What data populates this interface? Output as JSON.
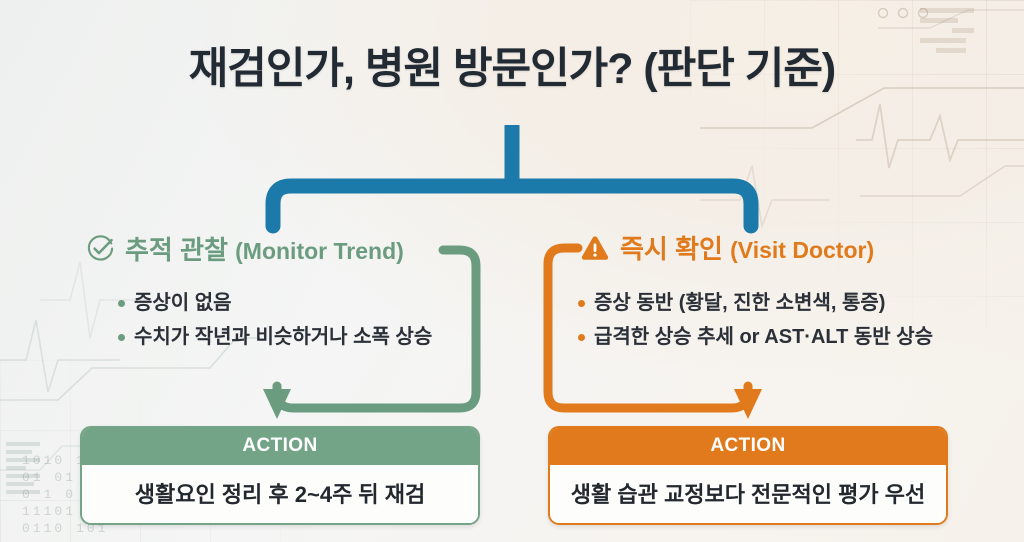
{
  "page": {
    "title": "재검인가, 병원 방문인가? (판단 기준)"
  },
  "colors": {
    "blue_connector": "#1c7aab",
    "green": "#74a487",
    "green_text": "#6b9c80",
    "orange": "#e07a1c",
    "title_text": "#222a33",
    "body_text": "#2b3038",
    "action_body_bg": "#fdfdfb"
  },
  "branches": {
    "left": {
      "icon": "check-circle-icon",
      "heading_ko": "추적 관찰 ",
      "heading_en": "(Monitor Trend)",
      "bullets": [
        "증상이 없음",
        "수치가 작년과 비슷하거나 소폭 상승"
      ],
      "action": {
        "header": "ACTION",
        "body": "생활요인 정리 후 2~4주 뒤 재검"
      }
    },
    "right": {
      "icon": "warning-triangle-icon",
      "heading_ko": "즉시 확인 ",
      "heading_en": "(Visit Doctor)",
      "bullets": [
        "증상 동반 (황달, 진한 소변색, 통증)",
        "급격한 상승 추세 or AST·ALT 동반 상승"
      ],
      "action": {
        "header": "ACTION",
        "body": "생활 습관 교정보다 전문적인 평가 우선"
      }
    }
  },
  "decor": {
    "binary_lines": "1010 1\n01 01 1\n0 1 0 1\n11101 1\n0110 101"
  }
}
